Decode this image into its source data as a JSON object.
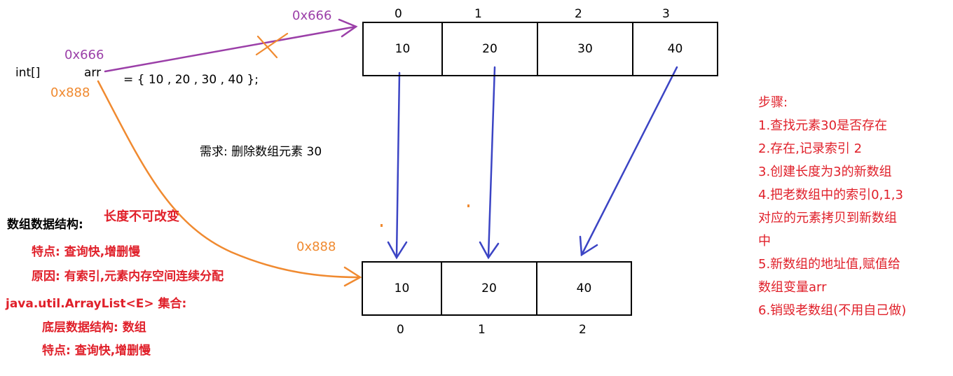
{
  "declaration": {
    "type": "int[]",
    "var": "arr",
    "initializer": "= { 10 , 20 , 30 , 40 };",
    "old_address": "0x666",
    "new_address": "0x888"
  },
  "old_array": {
    "address_label": "0x666",
    "indices": [
      "0",
      "1",
      "2",
      "3"
    ],
    "values": [
      "10",
      "20",
      "30",
      "40"
    ]
  },
  "new_array": {
    "address_label": "0x888",
    "indices": [
      "0",
      "1",
      "2"
    ],
    "values": [
      "10",
      "20",
      "40"
    ]
  },
  "requirement": "需求: 删除数组元素 30",
  "notes_left": {
    "title": "数组数据结构:",
    "immutable": "长度不可改变",
    "feature": "特点: 查询快,增删慢",
    "reason": "原因: 有索引,元素内存空间连续分配",
    "arraylist": "java.util.ArrayList<E> 集合:",
    "structure": "底层数据结构: 数组",
    "feature2": "特点: 查询快,增删慢"
  },
  "steps": {
    "title": "步骤:",
    "lines": [
      "1.查找元素30是否存在",
      "2.存在,记录索引 2",
      "3.创建长度为3的新数组",
      "4.把老数组中的索引0,1,3",
      "对应的元素拷贝到新数组",
      "中",
      "5.新数组的地址值,赋值给",
      "数组变量arr",
      "6.销毁老数组(不用自己做)"
    ]
  },
  "colors": {
    "purple": "#9b3fa8",
    "orange": "#f08a30",
    "blue": "#3b44c4",
    "red": "#e0202a"
  }
}
